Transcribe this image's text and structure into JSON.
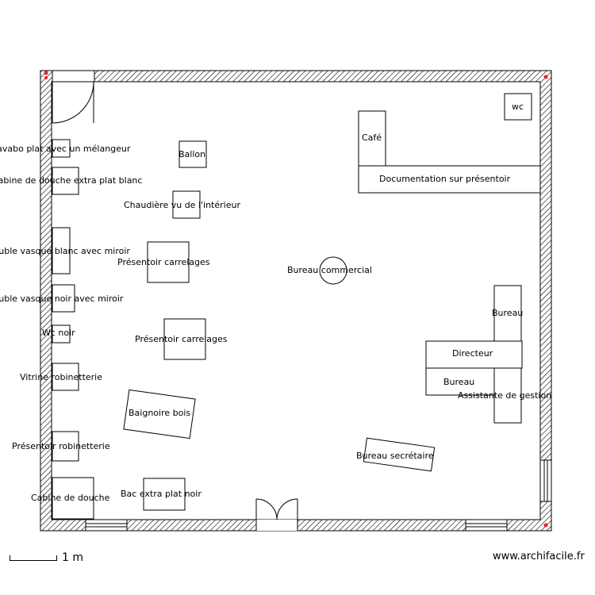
{
  "labels": {
    "lavabo": "Lavabo plat avec un mélangeur",
    "cabine_extra": "Cabine de douche extra plat blanc",
    "meuble_blanc": "Meuble vasque blanc avec miroir",
    "meuble_noir": "Meuble vasque noir avec miroir",
    "wc_noir": "Wc noir",
    "vitrine": "Vitrine robinetterie",
    "presentoir_robinetterie": "Présentoir robinetterie",
    "cabine_douche": "Cabine de douche",
    "ballon": "Ballon",
    "chaudiere": "Chaudière vu de l'intérieur",
    "presentoir_carrelages_1": "Présentoir carrelages",
    "presentoir_carrelages_2": "Présentoir carrelages",
    "baignoire": "Baignoire bois",
    "bac": "Bac extra plat noir",
    "bureau_commercial": "Bureau commercial",
    "cafe": "Café",
    "documentation": "Documentation sur présentoir",
    "wc": "wc",
    "bureau_1": "Bureau",
    "directeur": "Directeur",
    "bureau_2": "Bureau",
    "assistante": "Assistante de gestion",
    "bureau_secretaire": "Bureau secrétaire"
  },
  "scale": {
    "label": "1 m"
  },
  "credit": "www.archifacile.fr",
  "colors": {
    "wall_hatch": "#000000",
    "marker": "#e8202a"
  }
}
